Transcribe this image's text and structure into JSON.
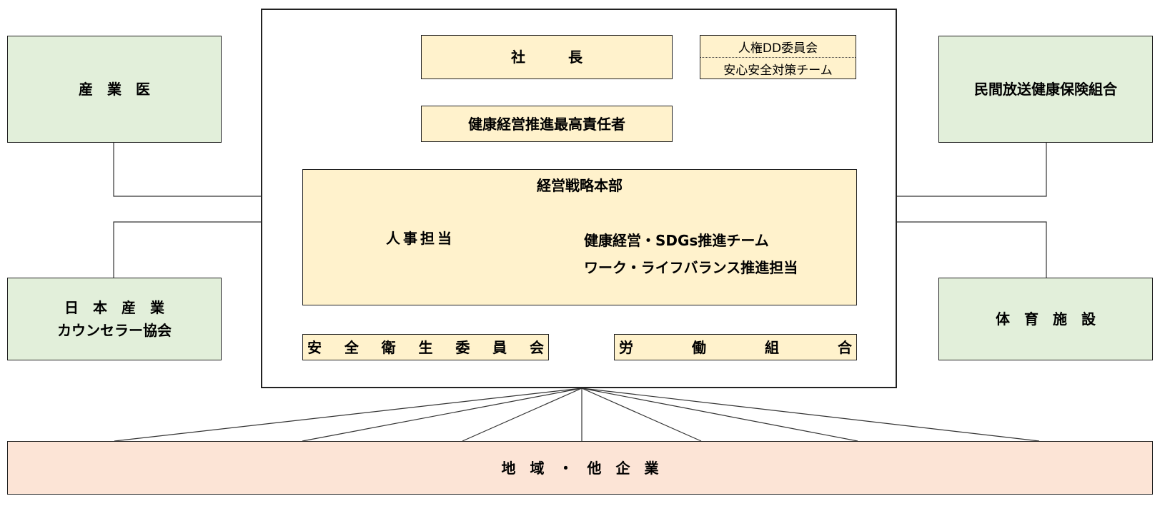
{
  "diagram": {
    "external_left": [
      {
        "label": "産　業　医"
      },
      {
        "lines": [
          "日　本　産　業",
          "カウンセラー協会"
        ]
      }
    ],
    "external_right": [
      {
        "label": "民間放送健康保険組合"
      },
      {
        "label": "体　育　施　設"
      }
    ],
    "president": "社　　　長",
    "committees": [
      "人権DD委員会",
      "安心安全対策チーム"
    ],
    "cho": "健康経営推進最高責任者",
    "hq": {
      "title": "経営戦略本部",
      "left": "人事担当",
      "right": [
        "健康経営・SDGs推進チーム",
        "ワーク・ライフバランス推進担当"
      ]
    },
    "safety_committee": [
      "安",
      "全",
      "衛",
      "生",
      "委",
      "員",
      "会"
    ],
    "labor_union": [
      "労",
      "働",
      "組",
      "合"
    ],
    "community": "地　域　・　他　企　業"
  }
}
